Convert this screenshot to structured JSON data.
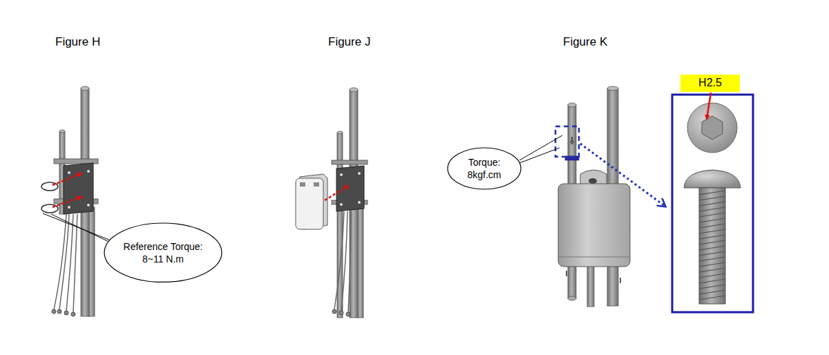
{
  "diagram": {
    "nodes": [
      {
        "text": [
          "Reference Torque: 8~11 N.m"
        ]
      },
      {
        "text": [
          "Torque: 8kgf.cm"
        ]
      },
      {
        "text": [
          "H2.5"
        ]
      }
    ],
    "labels": [
      "Figure H",
      "Figure J",
      "Figure K"
    ]
  }
}
